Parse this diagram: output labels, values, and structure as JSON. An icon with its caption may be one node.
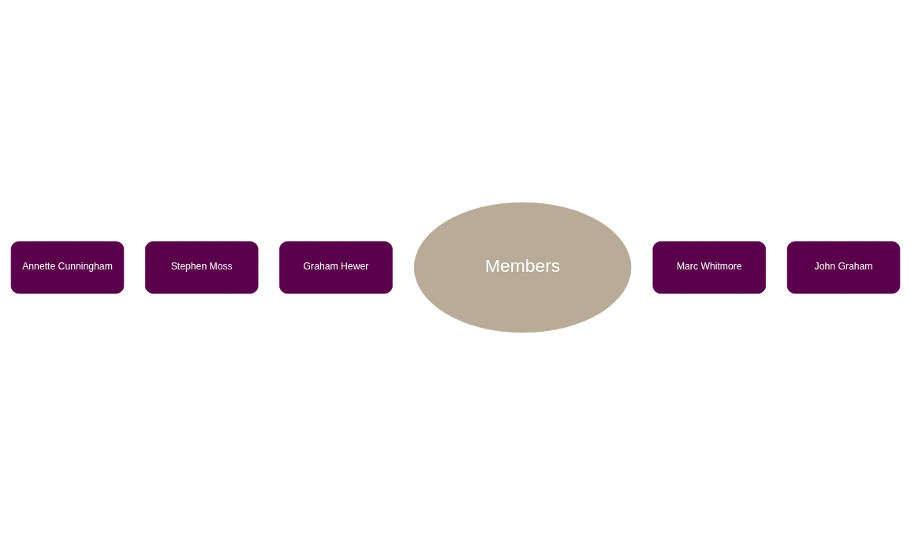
{
  "diagram": {
    "nodes": [
      {
        "text": [
          "Annette Cunningham"
        ]
      },
      {
        "text": [
          "Stephen Moss"
        ]
      },
      {
        "text": [
          "Graham Hewer"
        ]
      },
      {
        "text": [
          "Members"
        ]
      },
      {
        "text": [
          "Marc Whitmore"
        ]
      },
      {
        "text": [
          "John Graham"
        ]
      }
    ],
    "edges": []
  }
}
